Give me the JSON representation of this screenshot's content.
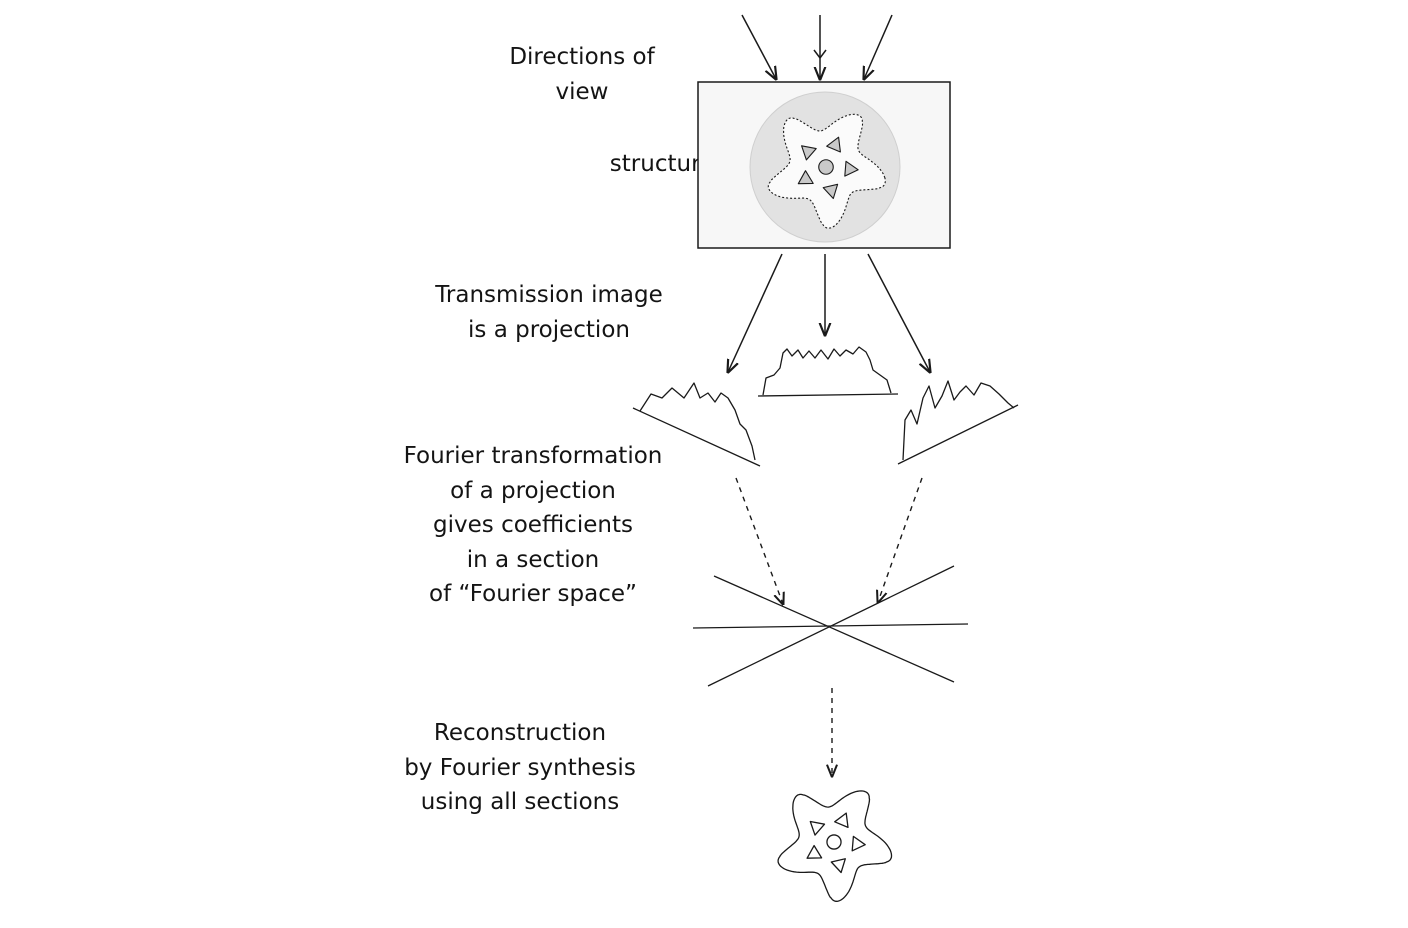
{
  "labels": {
    "directions": [
      "Directions of",
      "view"
    ],
    "structure": "structure",
    "transmission": [
      "Transmission image",
      "is a projection"
    ],
    "fourier_transform": [
      "Fourier transformation",
      "of a projection",
      "gives coefficients",
      "in a section",
      "of “Fourier space”"
    ],
    "reconstruction": [
      "Reconstruction",
      "by Fourier synthesis",
      "using all sections"
    ]
  },
  "colors": {
    "ink": "#1a1a1a",
    "structure_fill": "#e2e2e2",
    "panel_fill": "#f7f7f7",
    "feature_fill": "#c9c9c9"
  }
}
